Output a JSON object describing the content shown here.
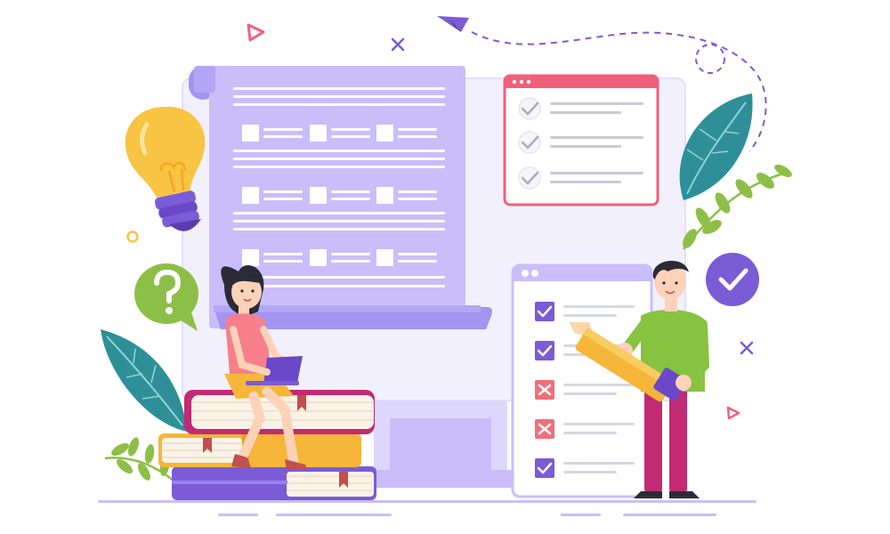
{
  "colors": {
    "purple_light": "#c9befa",
    "purple_mid": "#a394f0",
    "purple_dark": "#7b5bd6",
    "lavender": "#ddd8fb",
    "monitor": "#e9e6fc",
    "pink": "#f0607a",
    "teal": "#2f8f98",
    "leaf_green": "#8dbf48",
    "yellow": "#f7c443",
    "orange": "#f5a623",
    "cross_red": "#ef6f7a",
    "skin": "#fcd2b9",
    "hair": "#2b2b38",
    "shirt_pink": "#f77f8c",
    "shirt_green": "#87c240",
    "pants_magenta": "#c22a73"
  },
  "icons": {
    "idea": "lightbulb-icon",
    "question": "question-bubble-icon",
    "approved": "check-badge-icon",
    "airplane": "paper-plane-icon"
  },
  "checklist": {
    "items": [
      "checked",
      "checked",
      "crossed",
      "crossed",
      "checked"
    ]
  }
}
